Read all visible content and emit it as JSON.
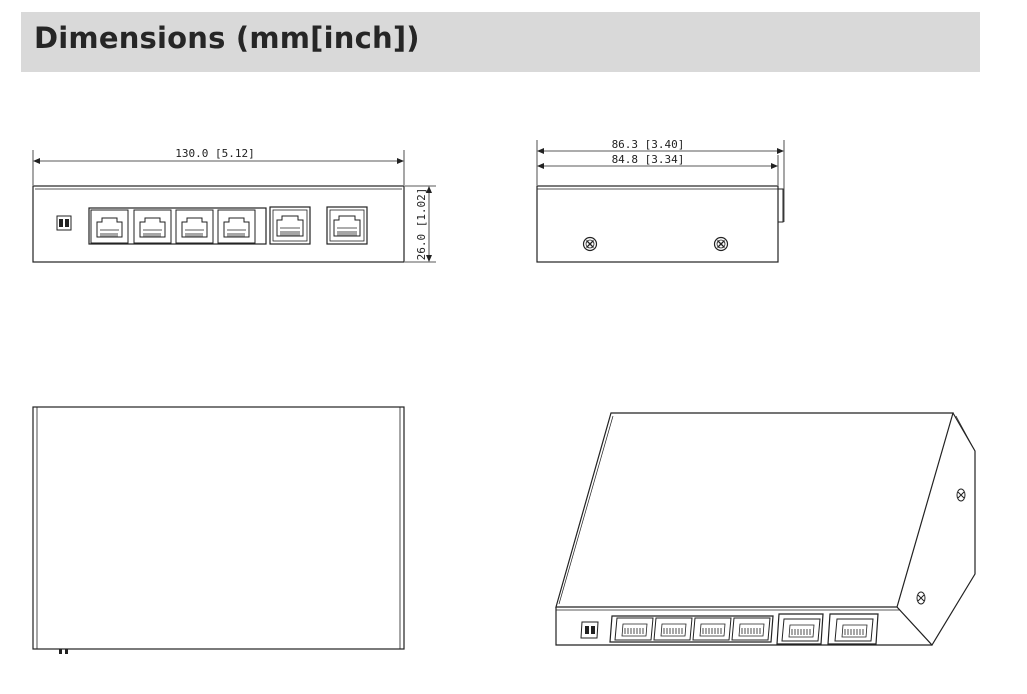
{
  "header": {
    "title": "Dimensions (mm[inch])"
  },
  "dimensions": {
    "width": "130.0  [5.12]",
    "height": "26.0  [1.02]",
    "depth_overall": "86.3  [3.40]",
    "depth_body": "84.8  [3.34]"
  },
  "views": [
    "front-view",
    "side-view",
    "top-view",
    "isometric-view"
  ]
}
